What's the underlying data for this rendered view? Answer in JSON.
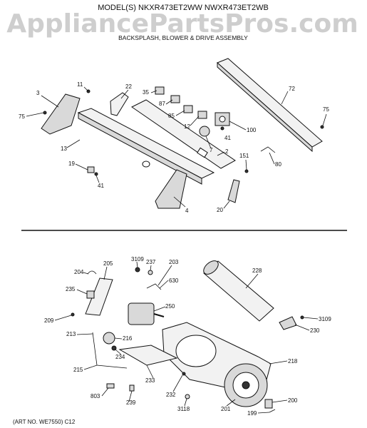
{
  "header": {
    "model_line": "MODEL(S) NKXR473ET2WW  NWXR473ET2WB",
    "watermark": "AppliancePartsPros.com",
    "subtitle": "BACKSPLASH, BLOWER & DRIVE ASSEMBLY"
  },
  "footer": {
    "art_no": "(ART NO. WE7550)  C12"
  },
  "labels": {
    "top": {
      "p3": "3",
      "p11": "11",
      "p22": "22",
      "p35": "35",
      "p87": "87",
      "p72": "72",
      "p75a": "75",
      "p75b": "75",
      "p85": "85",
      "p12": "12",
      "p100": "100",
      "p41a": "41",
      "p7": "7",
      "p13": "13",
      "p2": "2",
      "p151": "151",
      "p80": "80",
      "p19": "19",
      "p41b": "41",
      "p4": "4",
      "p20": "20"
    },
    "bottom": {
      "p3109a": "3109",
      "p203": "203",
      "p237": "237",
      "p204": "204",
      "p205": "205",
      "p228": "228",
      "p630": "630",
      "p235": "235",
      "p250": "250",
      "p209": "209",
      "p3109b": "3109",
      "p230": "230",
      "p213": "213",
      "p216": "216",
      "p234": "234",
      "p218": "218",
      "p215": "215",
      "p233": "233",
      "p803": "803",
      "p239": "239",
      "p232": "232",
      "p200": "200",
      "p3118": "3118",
      "p201": "201",
      "p199": "199"
    }
  }
}
